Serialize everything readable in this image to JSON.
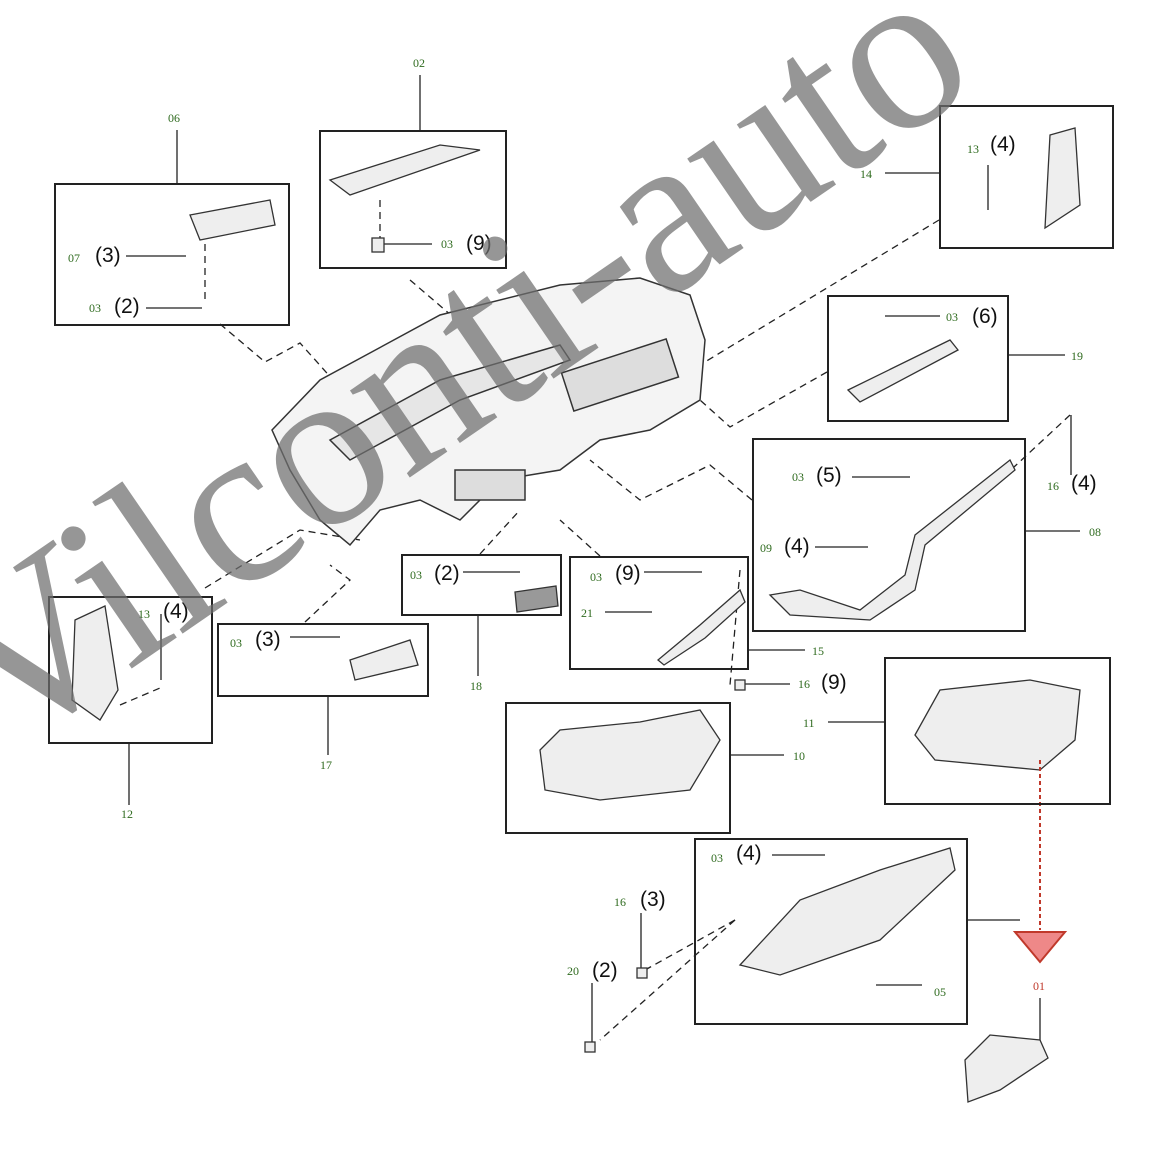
{
  "watermark": "Vilconti-auto",
  "callouts": {
    "c02": {
      "code": "02"
    },
    "c06": {
      "code": "06"
    },
    "c07": {
      "code": "07",
      "qty": "(3)"
    },
    "c03a": {
      "code": "03",
      "qty": "(2)"
    },
    "c03b": {
      "code": "03",
      "qty": "(9)"
    },
    "c13a": {
      "code": "13",
      "qty": "(4)"
    },
    "c14": {
      "code": "14"
    },
    "c03c": {
      "code": "03",
      "qty": "(6)"
    },
    "c19": {
      "code": "19"
    },
    "c16a": {
      "code": "16",
      "qty": "(4)"
    },
    "c03d": {
      "code": "03",
      "qty": "(5)"
    },
    "c08": {
      "code": "08"
    },
    "c09": {
      "code": "09",
      "qty": "(4)"
    },
    "c03e": {
      "code": "03",
      "qty": "(2)"
    },
    "c03f": {
      "code": "03",
      "qty": "(9)"
    },
    "c21": {
      "code": "21"
    },
    "c15": {
      "code": "15"
    },
    "c16b": {
      "code": "16",
      "qty": "(9)"
    },
    "c13b": {
      "code": "13",
      "qty": "(4)"
    },
    "c12": {
      "code": "12"
    },
    "c03g": {
      "code": "03",
      "qty": "(3)"
    },
    "c17": {
      "code": "17"
    },
    "c18": {
      "code": "18"
    },
    "c11": {
      "code": "11"
    },
    "c10": {
      "code": "10"
    },
    "c03h": {
      "code": "03",
      "qty": "(4)"
    },
    "c16c": {
      "code": "16",
      "qty": "(3)"
    },
    "c20": {
      "code": "20",
      "qty": "(2)"
    },
    "c05": {
      "code": "05"
    },
    "c01": {
      "code": "01"
    }
  },
  "colors": {
    "code": "#2f6b1f",
    "highlight": "#c0392b",
    "line": "#222222"
  }
}
